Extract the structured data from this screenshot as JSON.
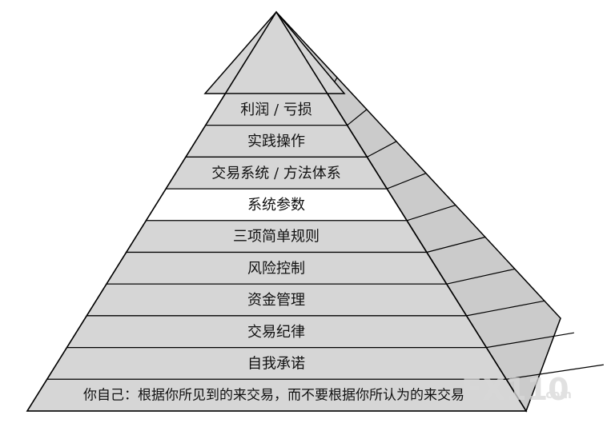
{
  "pyramid": {
    "levels": [
      {
        "label": "利润 / 亏损",
        "highlighted": false
      },
      {
        "label": "实践操作",
        "highlighted": false
      },
      {
        "label": "交易系统 / 方法体系",
        "highlighted": false
      },
      {
        "label": "系统参数",
        "highlighted": true
      },
      {
        "label": "三项简单规则",
        "highlighted": false
      },
      {
        "label": "风险控制",
        "highlighted": false
      },
      {
        "label": "资金管理",
        "highlighted": false
      },
      {
        "label": "交易纪律",
        "highlighted": false
      },
      {
        "label": "自我承诺",
        "highlighted": false
      },
      {
        "label": "你自己：根据你所见到的来交易，而不要根据你所认为的来交易",
        "highlighted": false
      }
    ],
    "colors": {
      "front_fill": "#d6d6d6",
      "highlight_fill": "#ffffff",
      "side_fill": "#cbcbcb",
      "outline": "#000000"
    }
  },
  "watermark": {
    "main": "FX110",
    "suffix": ".com"
  }
}
